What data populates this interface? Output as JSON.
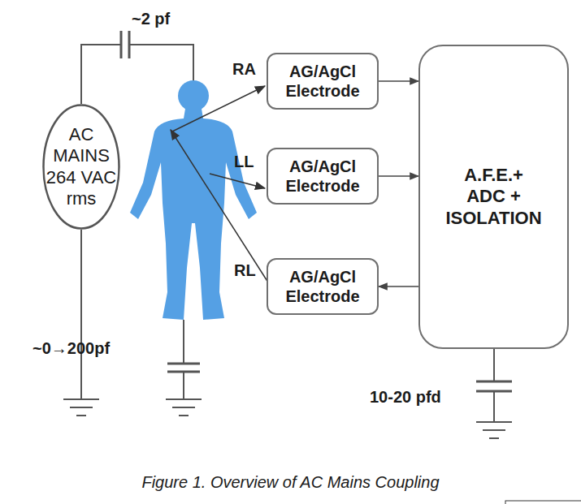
{
  "diagram": {
    "caption": "Figure 1. Overview of AC Mains Coupling",
    "nodes": [
      {
        "text": [
          "AC MAINS 264 VAC rms"
        ]
      },
      {
        "text": [
          "AG/AgCl Electrode"
        ]
      },
      {
        "text": [
          "AG/AgCl Electrode"
        ]
      },
      {
        "text": [
          "AG/AgCl Electrode"
        ]
      },
      {
        "text": [
          "A.F.E.+ ADC + ISOLATION"
        ]
      }
    ],
    "edges": [
      {
        "from": 1,
        "to": 4,
        "arrow": "to"
      },
      {
        "from": 2,
        "to": 4,
        "arrow": "to"
      },
      {
        "from": 4,
        "to": 3,
        "arrow": "to"
      }
    ],
    "labels": [
      "~2 pf",
      "RA",
      "LL",
      "RL",
      "~0→200pf",
      "10-20 pfd"
    ]
  }
}
